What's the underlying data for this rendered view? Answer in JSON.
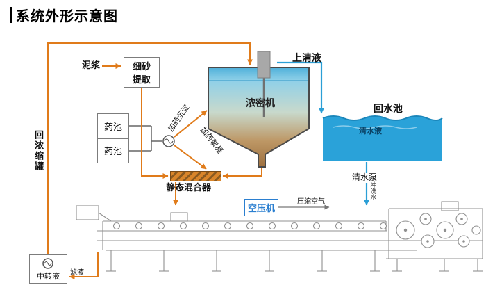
{
  "title": "系统外形示意图",
  "nodes": {
    "slurry": "泥浆",
    "sand_extraction_line1": "细砂",
    "sand_extraction_line2": "提取",
    "supernatant": "上清液",
    "thickener": "浓密机",
    "return_pool": "回水池",
    "clear_water": "清水液",
    "chem_pool": "药池",
    "dosing_settling": "加药沉淀",
    "dosing_flocculation": "加药絮凝",
    "static_mixer": "静态混合器",
    "return_concentrate_tank": "回浓缩罐",
    "transfer_liquid": "中转液",
    "clear_water_pump": "清水泵",
    "flush_water": "冲洗水",
    "air_compressor": "空压机",
    "compressed_air": "压缩空气",
    "filtrate": "滤液"
  },
  "colors": {
    "flow_orange": "#e07b1a",
    "flow_blue": "#2b9fd6",
    "pool_blue": "#2aa2d9",
    "tank_top_blue": "#4fb0da",
    "tank_bottom_brown": "#9e7040",
    "mixer_orange": "#d9852a",
    "compressor_blue": "#2b7fd0",
    "machine_gray": "#909090"
  }
}
